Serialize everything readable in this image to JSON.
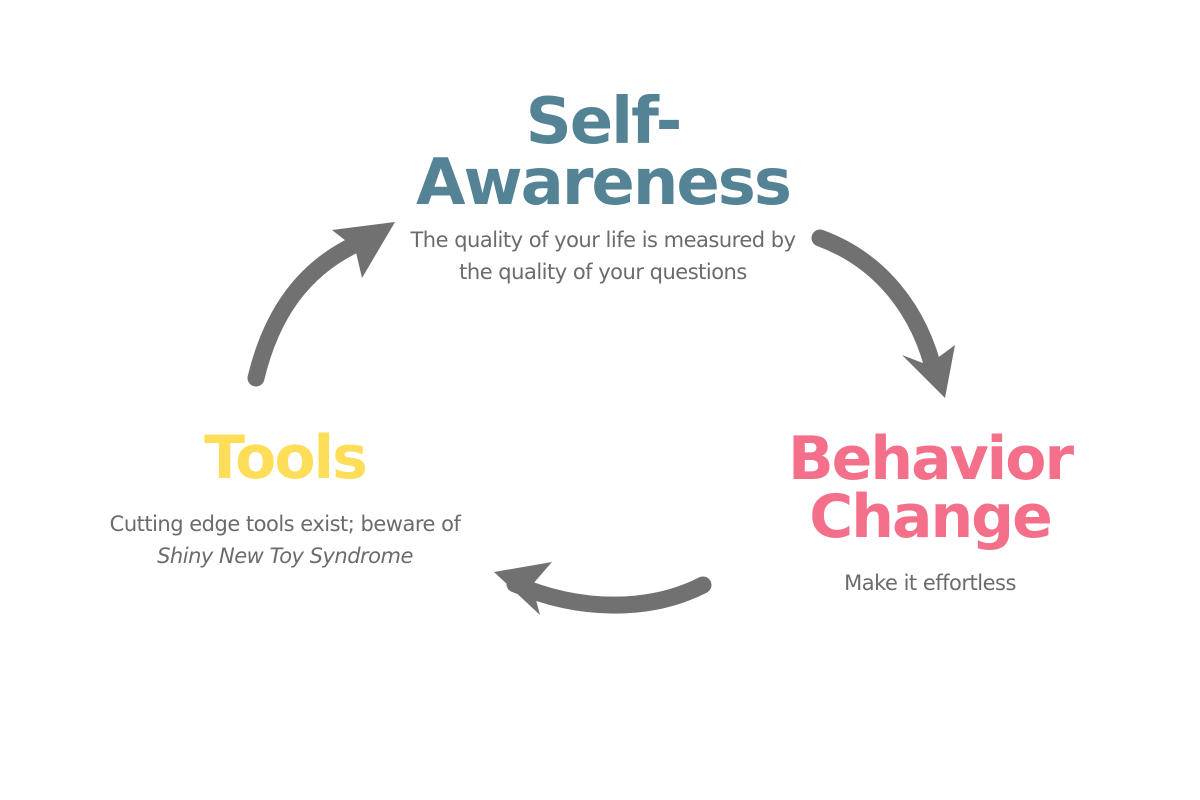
{
  "nodes": {
    "self_awareness": {
      "title_line1": "Self-",
      "title_line2": "Awareness",
      "description": "The quality of your life is measured by the quality of your questions",
      "color": "#538395"
    },
    "behavior_change": {
      "title_line1": "Behavior",
      "title_line2": "Change",
      "description": "Make it effortless",
      "color": "#f4708a"
    },
    "tools": {
      "title": "Tools",
      "description_plain": "Cutting edge tools exist; beware of",
      "description_italic": "Shiny New Toy Syndrome",
      "color": "#fedd58"
    }
  },
  "arrow_color": "#707070"
}
